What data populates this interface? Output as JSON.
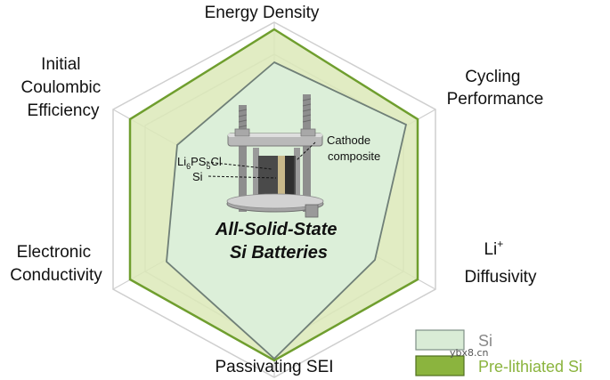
{
  "axes": {
    "energy_density": "Energy Density",
    "cycling_line1": "Cycling",
    "cycling_line2": "Performance",
    "li_line1": "Li",
    "li_sup": "+",
    "li_line2": "Diffusivity",
    "passivating": "Passivating SEI",
    "electronic_line1": "Electronic",
    "electronic_line2": "Conductivity",
    "ice_line1": "Initial",
    "ice_line2": "Coulombic",
    "ice_line3": "Efficiency"
  },
  "center": {
    "title_line1": "All-Solid-State",
    "title_line2": "Si Batteries",
    "cathode_line1": "Cathode",
    "cathode_line2": "composite",
    "electrolyte_base": "Li",
    "electrolyte_sub1": "6",
    "electrolyte_mid": "PS",
    "electrolyte_sub2": "5",
    "electrolyte_end": "Cl",
    "anode": "Si"
  },
  "legend": {
    "si_label": "Si",
    "pre_label": "Pre-lithiated Si",
    "si_color": "#d9ecd6",
    "pre_color": "#8bb43e",
    "si_text_color": "#888888",
    "pre_text_color": "#8bb43e"
  },
  "colors": {
    "si_fill": "#dcefdc",
    "pre_fill": "#dce9b9",
    "pre_stroke": "#6f9e2e",
    "si_stroke": "#6f7f77",
    "grid": "#cfcfcf"
  },
  "watermark": "ybx8.cn"
}
